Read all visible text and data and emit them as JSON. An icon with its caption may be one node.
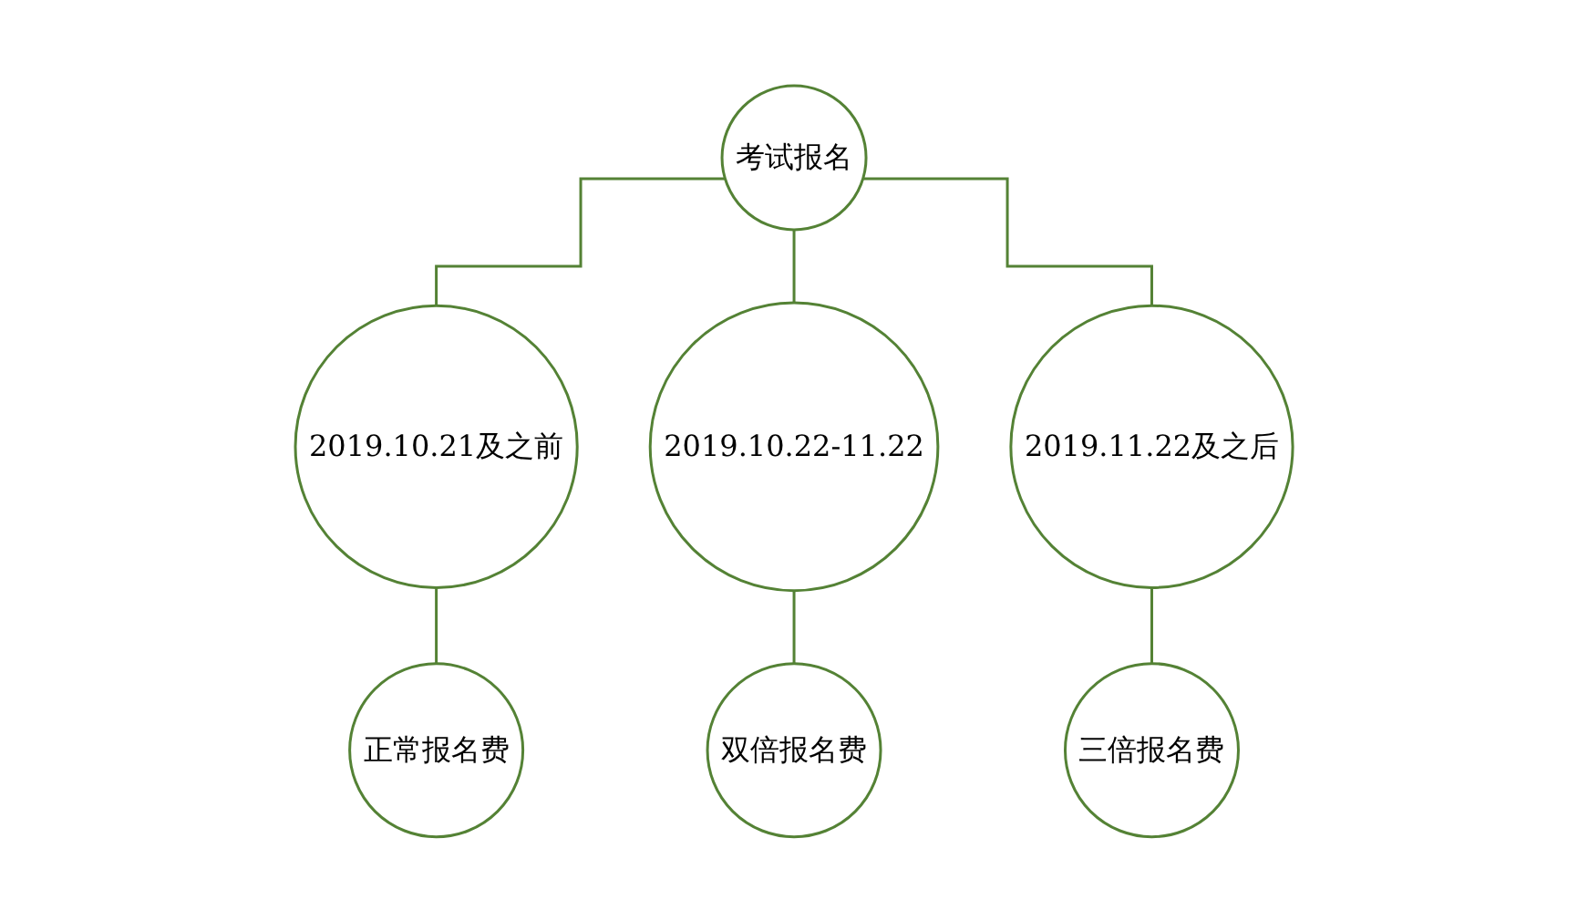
{
  "diagram": {
    "nodes": [
      {
        "text": [
          "考试报名"
        ]
      },
      {
        "text": [
          "2019.10.21及之前"
        ]
      },
      {
        "text": [
          "2019.10.22-11.22"
        ]
      },
      {
        "text": [
          "2019.11.22及之后"
        ]
      },
      {
        "text": [
          "正常报名费"
        ]
      },
      {
        "text": [
          "双倍报名费"
        ]
      },
      {
        "text": [
          "三倍报名费"
        ]
      }
    ],
    "edges": [
      {
        "from": 0,
        "to": 1,
        "arrow": "none"
      },
      {
        "from": 0,
        "to": 2,
        "arrow": "none"
      },
      {
        "from": 0,
        "to": 3,
        "arrow": "none"
      },
      {
        "from": 1,
        "to": 4,
        "arrow": "none"
      },
      {
        "from": 2,
        "to": 5,
        "arrow": "none"
      },
      {
        "from": 3,
        "to": 6,
        "arrow": "none"
      }
    ]
  }
}
